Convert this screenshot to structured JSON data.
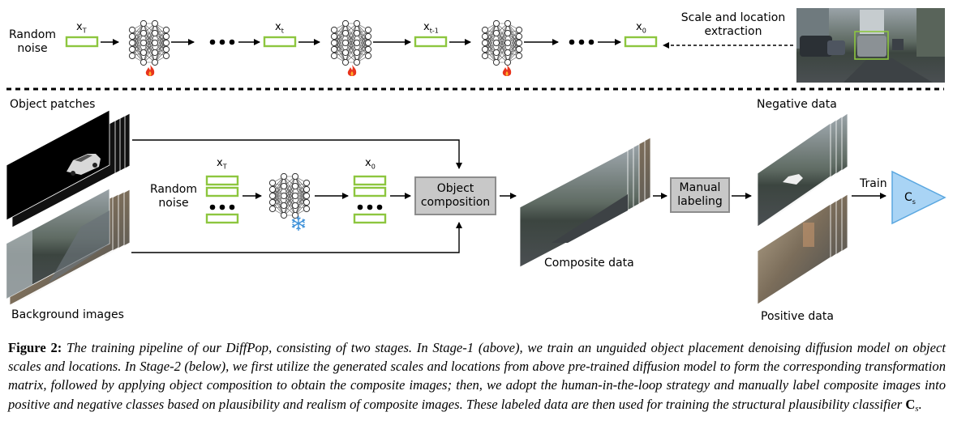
{
  "stage1": {
    "random_noise": "Random\nnoise",
    "xT": "x",
    "xT_sub": "T",
    "xt": "x",
    "xt_sub": "t",
    "xt1": "x",
    "xt1_sub": "t-1",
    "x0": "x",
    "x0_sub": "0",
    "extraction": "Scale and location\nextraction"
  },
  "stage2": {
    "object_patches": "Object patches",
    "background_images": "Background images",
    "random_noise": "Random\nnoise",
    "xT": "x",
    "xT_sub": "T",
    "x0": "x",
    "x0_sub": "0",
    "object_composition": "Object\ncomposition",
    "composite_data": "Composite data",
    "manual_labeling": "Manual\nlabeling",
    "negative_data": "Negative data",
    "positive_data": "Positive data",
    "train": "Train",
    "classifier": "C",
    "classifier_sub": "s"
  },
  "caption": {
    "figure_label": "Figure 2:",
    "text": "The training pipeline of our DiffPop, consisting of two stages. In Stage-1 (above), we train an unguided object placement denoising diffusion model on object scales and locations. In Stage-2 (below), we first utilize the generated scales and locations from above pre-trained diffusion model to form the corresponding transformation matrix, followed by applying object composition to obtain the composite images; then, we adopt the human-in-the-loop strategy and manually label composite images into positive and negative classes based on plausibility and realism of composite images. These labeled data are then used for training the structural plausibility classifier",
    "classifier_symbol": "C",
    "classifier_sub": "s",
    "end": "."
  },
  "colors": {
    "latent_green": "#8dc63f",
    "box_gray": "#c8c8c8",
    "classifier_blue": "#a9d4f5",
    "fire_red": "#e8331c",
    "snow_blue": "#3a8fd8"
  }
}
